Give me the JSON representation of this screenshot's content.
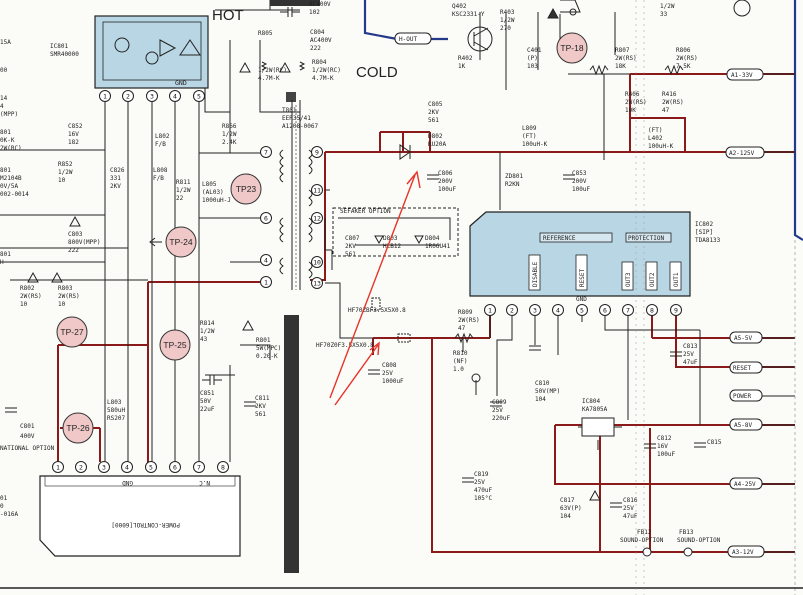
{
  "labels": {
    "hot": "HOT",
    "cold": "COLD",
    "ic801_ref": "IC801",
    "ic801_part": "SMR40000",
    "ic801_gnd": "GND",
    "ic802_ref": "IC802",
    "ic802_pkg": "[SIP]",
    "ic802_part": "TDA8133",
    "ic802_reference": "REFERENCE",
    "ic802_protection": "PROTECTION",
    "ic802_disable": "DISABLE",
    "ic802_reset": "RESET",
    "ic802_gnd": "GND",
    "ic802_out3": "OUT3",
    "ic802_out2": "OUT2",
    "ic802_out1": "OUT1",
    "ic804_ref": "IC804",
    "ic804_part": "KA7805A",
    "t801_ref": "T801",
    "t801_part1": "EER35/41",
    "t801_part2": "A1208-0067",
    "sefaker": "SEFAKER OPTION",
    "power_control": "POWER-CONTROL[6000]",
    "gnd_label": "GND",
    "nc_label": "N.C",
    "international": "NATIONAL OPTION",
    "left_refs": [
      "14",
      "4",
      "(MPP)",
      "801",
      "0K-K",
      "2W(RC)",
      "801",
      "M2104B",
      "0V/5A",
      "002-0014",
      "15A",
      "00",
      "801",
      "H",
      "01",
      "0",
      "-016A"
    ]
  },
  "tp": {
    "tp18": "TP-18",
    "tp23": "TP23",
    "tp24": "TP-24",
    "tp25": "TP-25",
    "tp26": "TP-26",
    "tp27": "TP-27"
  },
  "components": {
    "r805": [
      "R805",
      "1/2W(RC)",
      "4.7M-K"
    ],
    "c804": [
      "C804",
      "AC400V",
      "222"
    ],
    "r804": [
      "R804",
      "1/2W(RC)",
      "4.7M-K"
    ],
    "cap_top": [
      "AC400V",
      "102"
    ],
    "q402": [
      "Q402",
      "KSC2331-Y"
    ],
    "r403": [
      "R403",
      "1/2W",
      "270"
    ],
    "c401": [
      "C401",
      "(P)",
      "103"
    ],
    "r402": [
      "R402",
      "1K"
    ],
    "hout": "H-OUT",
    "r807": [
      "R807",
      "2W(RS)",
      "18K"
    ],
    "r806": [
      "R806",
      "2W(RS)",
      "7.5K"
    ],
    "r406": [
      "R406",
      "2W(RS)",
      "10K"
    ],
    "r416": [
      "R416",
      "2W(RS)",
      "47"
    ],
    "ft": [
      "(FT)",
      "L402",
      "100uH-K"
    ],
    "c805": [
      "C805",
      "2KV",
      "561"
    ],
    "d802": [
      "D802",
      "RU20A"
    ],
    "l809": [
      "L809",
      "(FT)",
      "100uH-K"
    ],
    "c806": [
      "C806",
      "200V",
      "100uF"
    ],
    "zd801": [
      "ZD801",
      "R2KN"
    ],
    "c853": [
      "C853",
      "200V",
      "100uF"
    ],
    "c852": [
      "C852",
      "16V",
      "182"
    ],
    "r852": [
      "R852",
      "1/2W",
      "10"
    ],
    "l802": [
      "L802",
      "F/B"
    ],
    "r866": [
      "R866",
      "1/2W",
      "2.4K"
    ],
    "c826": [
      "C826",
      "331",
      "2KV"
    ],
    "l808": [
      "L808",
      "F/B"
    ],
    "r811": [
      "R811",
      "1/2W",
      "22"
    ],
    "l805": [
      "L805",
      "(AL03)",
      "1000uH-J"
    ],
    "c803": [
      "C803",
      "800V(MPP)",
      "222"
    ],
    "c807": [
      "C807",
      "2KV",
      "561"
    ],
    "d803": [
      "D803",
      "HLB12"
    ],
    "d804": [
      "D804",
      "1R06U41"
    ],
    "r802": [
      "R802",
      "2W(RS)",
      "10"
    ],
    "r803": [
      "R803",
      "2W(RS)",
      "10"
    ],
    "r814": [
      "R814",
      "1/2W",
      "43"
    ],
    "r801": [
      "R801",
      "5W(MPC)",
      "0.20-K"
    ],
    "c851": [
      "C851",
      "50V",
      "22uF"
    ],
    "c811": [
      "C811",
      "2KV",
      "561"
    ],
    "l806": "HF70ZBF3.5X5X0.8",
    "l807": "HF70Z0F3.5X5X0.8",
    "r809": [
      "R809",
      "2W(RS)",
      "47"
    ],
    "r810": [
      "R810",
      "(NF)",
      "1.0"
    ],
    "c808": [
      "C808",
      "25V",
      "1000uF"
    ],
    "c809": [
      "C809",
      "25V",
      "220uF"
    ],
    "c810": [
      "C810",
      "50V(MP)",
      "104"
    ],
    "c813": [
      "C813",
      "25V",
      "47uF"
    ],
    "c812": [
      "C812",
      "16V",
      "100uF"
    ],
    "c815": "C815",
    "c819": [
      "C819",
      "25V",
      "470uF",
      "105°C"
    ],
    "c817": [
      "C817",
      "63V(P)",
      "104"
    ],
    "c816": [
      "C816",
      "25V",
      "47uF"
    ],
    "fb12": [
      "FB12",
      "SOUND-OPTION"
    ],
    "fb13": [
      "FB13",
      "SOUND-OPTION"
    ],
    "c801": [
      "C801",
      "400V"
    ],
    "l803": [
      "L803",
      "580uH",
      "RS207"
    ],
    "top_right": [
      "1/2W",
      "33"
    ]
  },
  "rails": {
    "a1": "A1-33V",
    "a2": "A2-125V",
    "a5": "A5-5V",
    "reset": "RESET",
    "power": "POWER",
    "a5b": "A5-8V",
    "a4": "A4-25V",
    "a3": "A3-12V"
  },
  "pins": {
    "ic801": [
      "1",
      "2",
      "3",
      "4",
      "5"
    ],
    "t801_left": [
      "7",
      "6",
      "4",
      "1"
    ],
    "t801_right": [
      "9",
      "11",
      "12",
      "10",
      "13"
    ],
    "ic802": [
      "1",
      "2",
      "3",
      "4",
      "5",
      "6",
      "7",
      "8",
      "9"
    ],
    "connector": [
      "1",
      "2",
      "3",
      "4",
      "5",
      "6",
      "7",
      "8"
    ]
  },
  "colors": {
    "trace_red": "#8b1a1a",
    "trace_blue": "#233a8a",
    "ic_fill": "#b9d6e4",
    "tp_fill": "#f0c8c8",
    "arrow": "#e8332a"
  }
}
